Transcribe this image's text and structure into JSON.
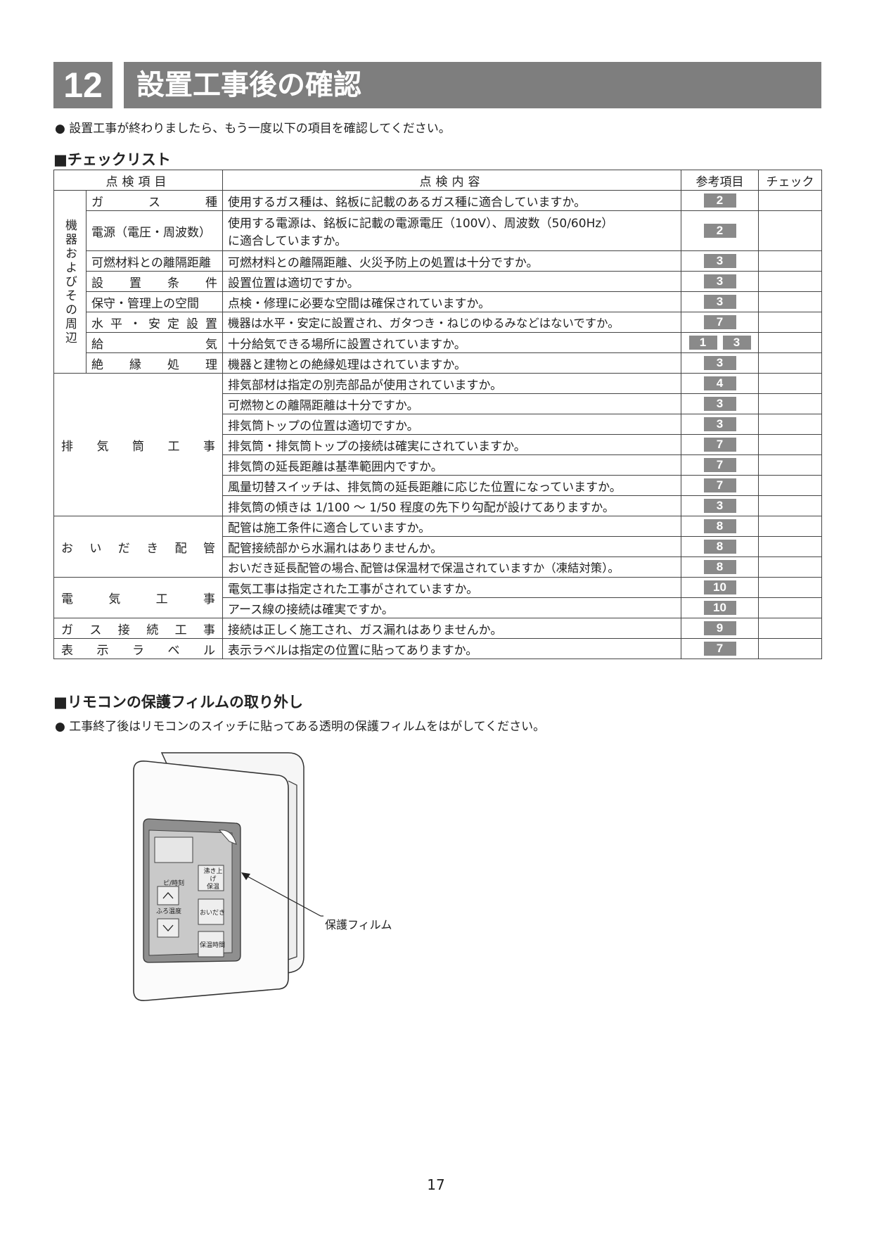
{
  "header": {
    "number": "12",
    "title": "設置工事後の確認"
  },
  "intro": "● 設置工事が終わりましたら、もう一度以下の項目を確認してください。",
  "checklist": {
    "title": "■チェックリスト",
    "headers": {
      "item": "点検項目",
      "content": "点検内容",
      "ref": "参考項目",
      "check": "チェック"
    },
    "groups": {
      "equipment": "機器およびその周辺",
      "exhaust": "排気筒工事",
      "oidaki": "おいだき配管",
      "electric": "電気工事",
      "gas_conn": "ガス接続工事",
      "label": "表示ラベル"
    },
    "rows": [
      {
        "item": "ガス種",
        "content": "使用するガス種は、銘板に記載のあるガス種に適合していますか。",
        "ref": "2"
      },
      {
        "item": "電源（電圧・周波数）",
        "content": "使用する電源は、銘板に記載の電源電圧（100V）、周波数（50/60Hz）",
        "content2": "に適合していますか。",
        "ref": "2"
      },
      {
        "item": "可燃材料との離隔距離",
        "content": "可燃材料との離隔距離、火災予防上の処置は十分ですか。",
        "ref": "3"
      },
      {
        "item": "設置条件",
        "content": "設置位置は適切ですか。",
        "ref": "3"
      },
      {
        "item": "保守・管理上の空間",
        "content": "点検・修理に必要な空間は確保されていますか。",
        "ref": "3"
      },
      {
        "item": "水平・安定設置",
        "content": "機器は水平・安定に設置され、ガタつき・ねじのゆるみなどはないですか。",
        "ref": "7"
      },
      {
        "item": "給気",
        "content": "十分給気できる場所に設置されていますか。",
        "ref": "1",
        "ref2": "3"
      },
      {
        "item": "絶縁処理",
        "content": "機器と建物との絶縁処理はされていますか。",
        "ref": "3"
      },
      {
        "content": "排気部材は指定の別売部品が使用されていますか。",
        "ref": "4"
      },
      {
        "content": "可燃物との離隔距離は十分ですか。",
        "ref": "3"
      },
      {
        "content": "排気筒トップの位置は適切ですか。",
        "ref": "3"
      },
      {
        "content": "排気筒・排気筒トップの接続は確実にされていますか。",
        "ref": "7"
      },
      {
        "content": "排気筒の延長距離は基準範囲内ですか。",
        "ref": "7"
      },
      {
        "content": "風量切替スイッチは、排気筒の延長距離に応じた位置になっていますか。",
        "ref": "7"
      },
      {
        "content": "排気筒の傾きは 1/100 ～ 1/50 程度の先下り勾配が設けてありますか。",
        "ref": "3"
      },
      {
        "content": "配管は施工条件に適合していますか。",
        "ref": "8"
      },
      {
        "content": "配管接続部から水漏れはありませんか。",
        "ref": "8"
      },
      {
        "content": "おいだき延長配管の場合､配管は保温材で保温されていますか（凍結対策）。",
        "ref": "8"
      },
      {
        "content": "電気工事は指定された工事がされていますか。",
        "ref": "10"
      },
      {
        "content": "アース線の接続は確実ですか。",
        "ref": "10"
      },
      {
        "content": "接続は正しく施工され、ガス漏れはありませんか。",
        "ref": "9"
      },
      {
        "content": "表示ラベルは指定の位置に貼ってありますか。",
        "ref": "7"
      }
    ]
  },
  "remote": {
    "title": "■リモコンの保護フィルムの取り外し",
    "intro": "● 工事終了後はリモコンのスイッチに貼ってある透明の保護フィルムをはがしてください。",
    "film_label": "保護フィルム",
    "buttons": {
      "timer": "ピ/時刻",
      "finish1": "沸き上げ",
      "finish2": "保温",
      "bath_temp": "ふろ温度",
      "oidaki": "おいだき",
      "keep_time": "保温時間"
    }
  },
  "page_number": "17"
}
